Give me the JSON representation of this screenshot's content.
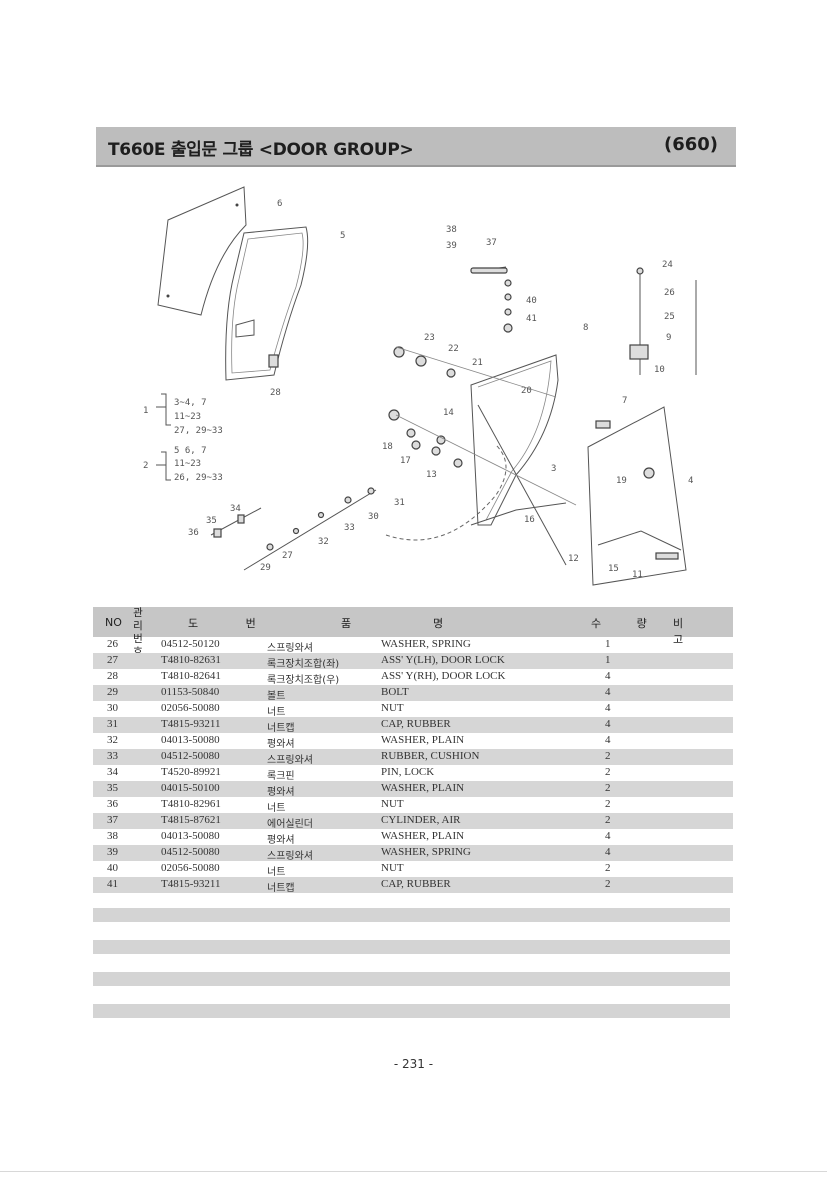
{
  "header": {
    "title": "T660E 출입문 그룹 <DOOR GROUP>",
    "section": "(660)"
  },
  "diagram": {
    "callouts": [
      "1",
      "2",
      "3",
      "4",
      "5",
      "6",
      "7",
      "8",
      "9",
      "10",
      "11",
      "12",
      "13",
      "14",
      "15",
      "16",
      "17",
      "18",
      "19",
      "20",
      "21",
      "22",
      "23",
      "24",
      "25",
      "26",
      "27",
      "28",
      "29",
      "30",
      "31",
      "32",
      "33",
      "34",
      "35",
      "36",
      "37",
      "38",
      "39",
      "40",
      "41"
    ],
    "groups": [
      {
        "id": "1",
        "lines": [
          "3~4, 7",
          "11~23",
          "27, 29~33"
        ]
      },
      {
        "id": "2",
        "lines": [
          "5 6, 7",
          "11~23",
          "26, 29~33"
        ]
      }
    ]
  },
  "table": {
    "headers": {
      "no": "NO",
      "code": "관리 번호",
      "drawing": "도 번",
      "name_a": "품",
      "name_b": "명",
      "qty": "수 량",
      "remark": "비 고"
    },
    "rows": [
      {
        "no": "26",
        "code": "04512-50120",
        "name_kr": "스프링와셔",
        "name_en": "WASHER, SPRING",
        "qty": "1"
      },
      {
        "no": "27",
        "code": "T4810-82631",
        "name_kr": "록크장치조합(좌)",
        "name_en": "ASS' Y(LH), DOOR LOCK",
        "qty": "1"
      },
      {
        "no": "28",
        "code": "T4810-82641",
        "name_kr": "록크장치조합(우)",
        "name_en": "ASS' Y(RH), DOOR LOCK",
        "qty": "4"
      },
      {
        "no": "29",
        "code": "01153-50840",
        "name_kr": "볼트",
        "name_en": "BOLT",
        "qty": "4"
      },
      {
        "no": "30",
        "code": "02056-50080",
        "name_kr": "너트",
        "name_en": "NUT",
        "qty": "4"
      },
      {
        "no": "31",
        "code": "T4815-93211",
        "name_kr": "너트캡",
        "name_en": "CAP, RUBBER",
        "qty": "4"
      },
      {
        "no": "32",
        "code": "04013-50080",
        "name_kr": "평와셔",
        "name_en": "WASHER, PLAIN",
        "qty": "4"
      },
      {
        "no": "33",
        "code": "04512-50080",
        "name_kr": "스프링와셔",
        "name_en": "RUBBER, CUSHION",
        "qty": "2"
      },
      {
        "no": "34",
        "code": "T4520-89921",
        "name_kr": "록크핀",
        "name_en": "PIN, LOCK",
        "qty": "2"
      },
      {
        "no": "35",
        "code": "04015-50100",
        "name_kr": "평와셔",
        "name_en": "WASHER, PLAIN",
        "qty": "2"
      },
      {
        "no": "36",
        "code": "T4810-82961",
        "name_kr": "너트",
        "name_en": "NUT",
        "qty": "2"
      },
      {
        "no": "37",
        "code": "T4815-87621",
        "name_kr": "에어실린더",
        "name_en": "CYLINDER, AIR",
        "qty": "2"
      },
      {
        "no": "38",
        "code": "04013-50080",
        "name_kr": "평와셔",
        "name_en": "WASHER, PLAIN",
        "qty": "4"
      },
      {
        "no": "39",
        "code": "04512-50080",
        "name_kr": "스프링와셔",
        "name_en": "WASHER, SPRING",
        "qty": "4"
      },
      {
        "no": "40",
        "code": "02056-50080",
        "name_kr": "너트",
        "name_en": "NUT",
        "qty": "2"
      },
      {
        "no": "41",
        "code": "T4815-93211",
        "name_kr": "너트캡",
        "name_en": "CAP, RUBBER",
        "qty": "2"
      }
    ]
  },
  "footer": {
    "page_number": "- 231 -"
  }
}
